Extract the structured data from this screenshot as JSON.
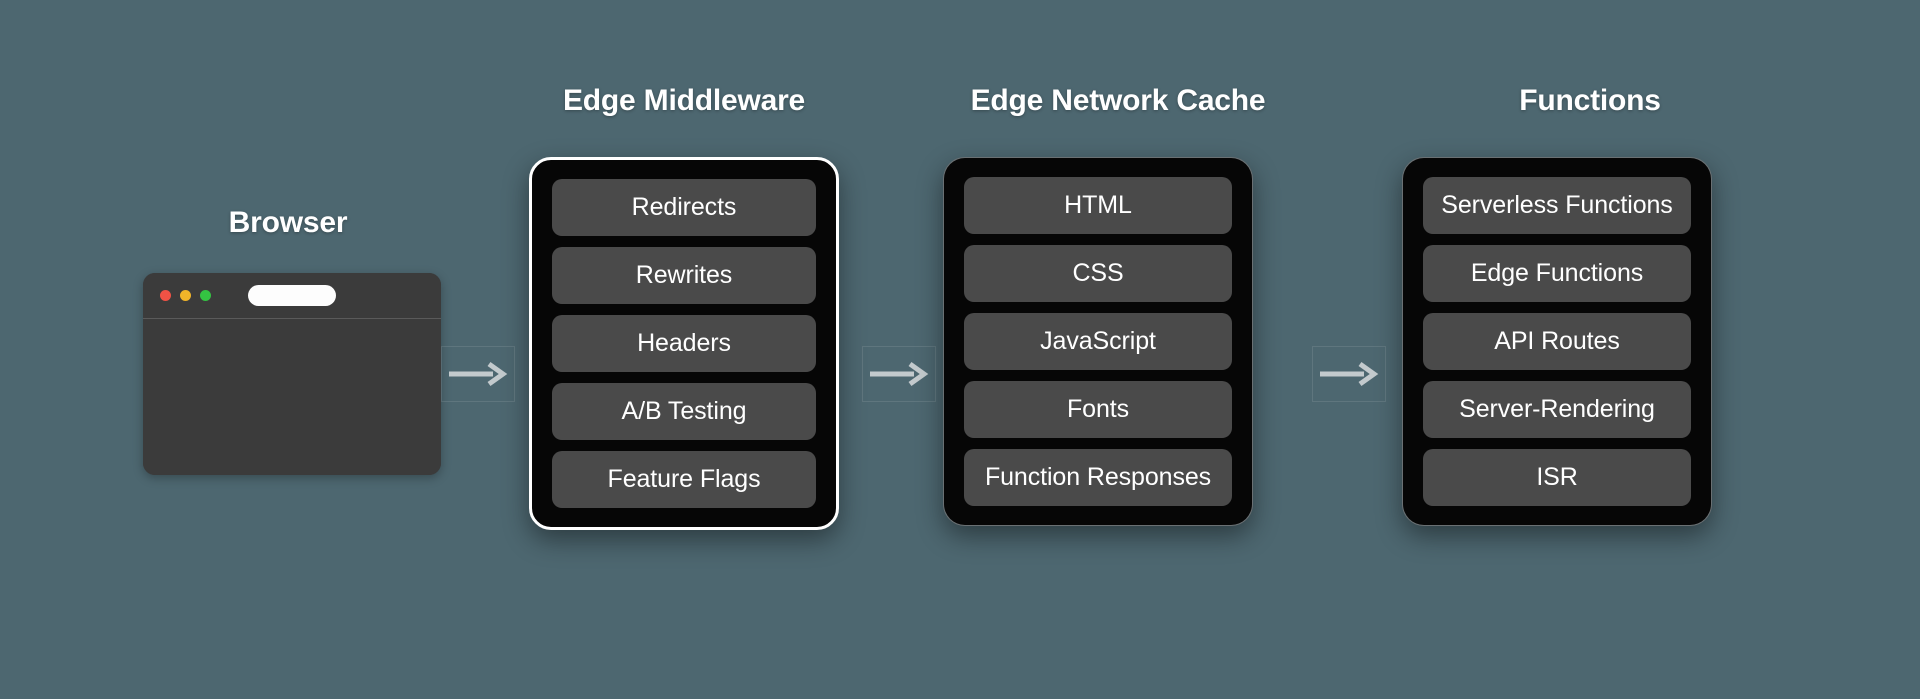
{
  "background_color": "#4d6770",
  "panel_background_color": "#060606",
  "pill_color": "#4a4a4a",
  "active_border_color": "#ffffff",
  "browser": {
    "title": "Browser",
    "traffic_lights": [
      "red",
      "yellow",
      "green"
    ],
    "url_value": ""
  },
  "arrows": [
    {
      "name": "arrow-browser-to-middleware"
    },
    {
      "name": "arrow-middleware-to-cache"
    },
    {
      "name": "arrow-cache-to-functions"
    }
  ],
  "columns": [
    {
      "id": "edge-middleware",
      "title": "Edge Middleware",
      "highlighted": true,
      "items": [
        "Redirects",
        "Rewrites",
        "Headers",
        "A/B Testing",
        "Feature Flags"
      ]
    },
    {
      "id": "edge-network-cache",
      "title": "Edge Network Cache",
      "highlighted": false,
      "items": [
        "HTML",
        "CSS",
        "JavaScript",
        "Fonts",
        "Function Responses"
      ]
    },
    {
      "id": "functions",
      "title": "Functions",
      "highlighted": false,
      "items": [
        "Serverless Functions",
        "Edge Functions",
        "API Routes",
        "Server-Rendering",
        "ISR"
      ]
    }
  ]
}
